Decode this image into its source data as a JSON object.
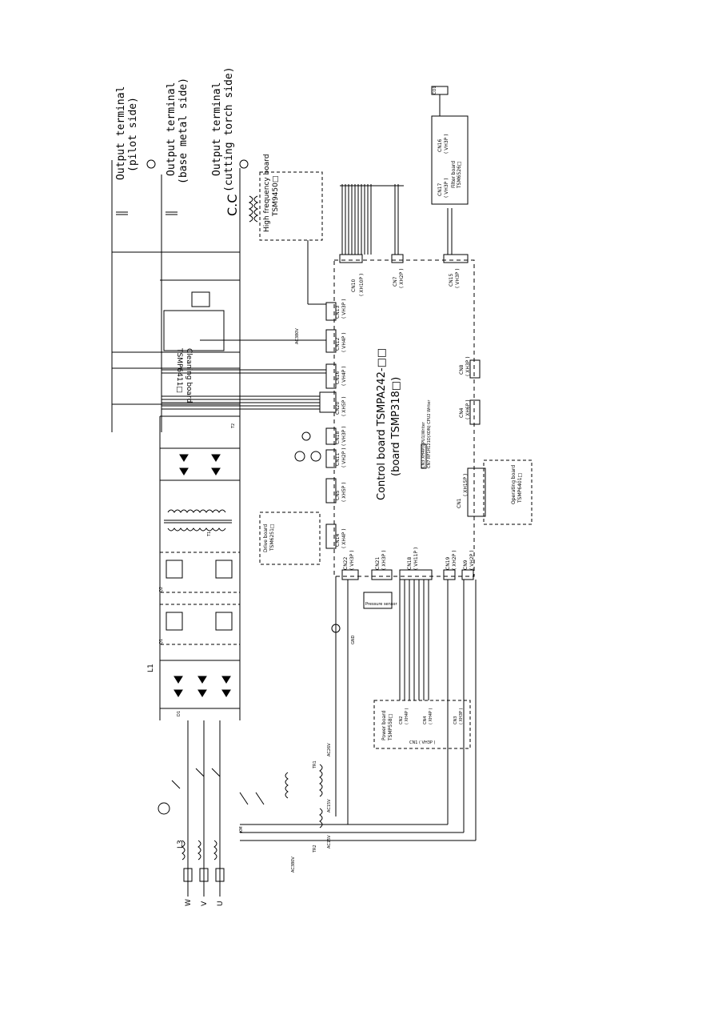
{
  "terminals": {
    "pilot": [
      "Output terminal",
      "(pilot side)"
    ],
    "base": [
      "Output terminal",
      "(base metal side)"
    ],
    "torch": [
      "Output terminal",
      "(cutting torch side)"
    ],
    "cc": "C.C"
  },
  "boards": {
    "control_title": "Control board TSMPA242-□□",
    "control_sub": "(board TSMP318□)",
    "cpu_note_1": "CN3  XH4P(CPU1)Writer",
    "cpu_note_2": "CN7  RF1H121D(XDN)  CPU2  Writer",
    "hf": [
      "High frequency board",
      "TSM9450□"
    ],
    "cleaning": [
      "Cleaning board",
      "TSMP6411□"
    ],
    "drive": [
      "Drive board",
      "TSM6251□"
    ],
    "filter": [
      "Filter board",
      "TSM6526□"
    ],
    "operating": [
      "Operating board",
      "TSMP6401□"
    ],
    "power": [
      "Power board",
      "TSMP558□"
    ],
    "pressure": "Pressure sensor"
  },
  "connectors": [
    {
      "name": "CN10",
      "type": "( XH10P )"
    },
    {
      "name": "CN7",
      "type": "( XH2P )"
    },
    {
      "name": "CN15",
      "type": "( VH3P )"
    },
    {
      "name": "CN13",
      "type": "( VH3P )"
    },
    {
      "name": "CN12",
      "type": "( VH4P )"
    },
    {
      "name": "CN16",
      "type": "( VH4P )"
    },
    {
      "name": "CN20",
      "type": "( XH5P )"
    },
    {
      "name": "CN18",
      "type": "( VH3P )"
    },
    {
      "name": "CN11",
      "type": "( VH2P )"
    },
    {
      "name": "CN5",
      "type": "( XH5P )"
    },
    {
      "name": "CN14",
      "type": "( XH4P )"
    },
    {
      "name": "CN22",
      "type": "( VH3P )"
    },
    {
      "name": "CN21",
      "type": "( XH3P )"
    },
    {
      "name": "CN18",
      "type": "( VH11P )"
    },
    {
      "name": "CN19",
      "type": "( XH2P )"
    },
    {
      "name": "CN9",
      "type": "( VH2P )"
    },
    {
      "name": "CN1",
      "type": "( XH15P )"
    },
    {
      "name": "CN4",
      "type": "( XH6P )"
    },
    {
      "name": "CN8",
      "type": "( XH3P )"
    },
    {
      "name": "CN16",
      "type": "( VH3P )"
    },
    {
      "name": "CN17",
      "type": "( VH3P )"
    }
  ],
  "power_cn": [
    {
      "name": "CN2",
      "type": "( XH4P )"
    },
    {
      "name": "CN4",
      "type": "( XH4P )"
    },
    {
      "name": "CN3",
      "type": "( XH3P )"
    },
    {
      "name": "CN1",
      "type": "( VH3P )"
    }
  ],
  "inputs": [
    "W",
    "V",
    "U"
  ],
  "transformer_labels": [
    "TR1",
    "TR2",
    "AC380V",
    "AC15V",
    "AC26V",
    "AC380V",
    "AC15V"
  ],
  "components": {
    "L1": "L1",
    "L3": "L3",
    "D1": "D1",
    "Q1": "Q1",
    "Q2": "Q2",
    "T1": "T1",
    "T2": "T2",
    "KM": "KM",
    "GND": "GND",
    "CO1": "CO1"
  },
  "colors": {
    "ink": "#000000",
    "paper": "#ffffff",
    "dash": "#000000"
  }
}
